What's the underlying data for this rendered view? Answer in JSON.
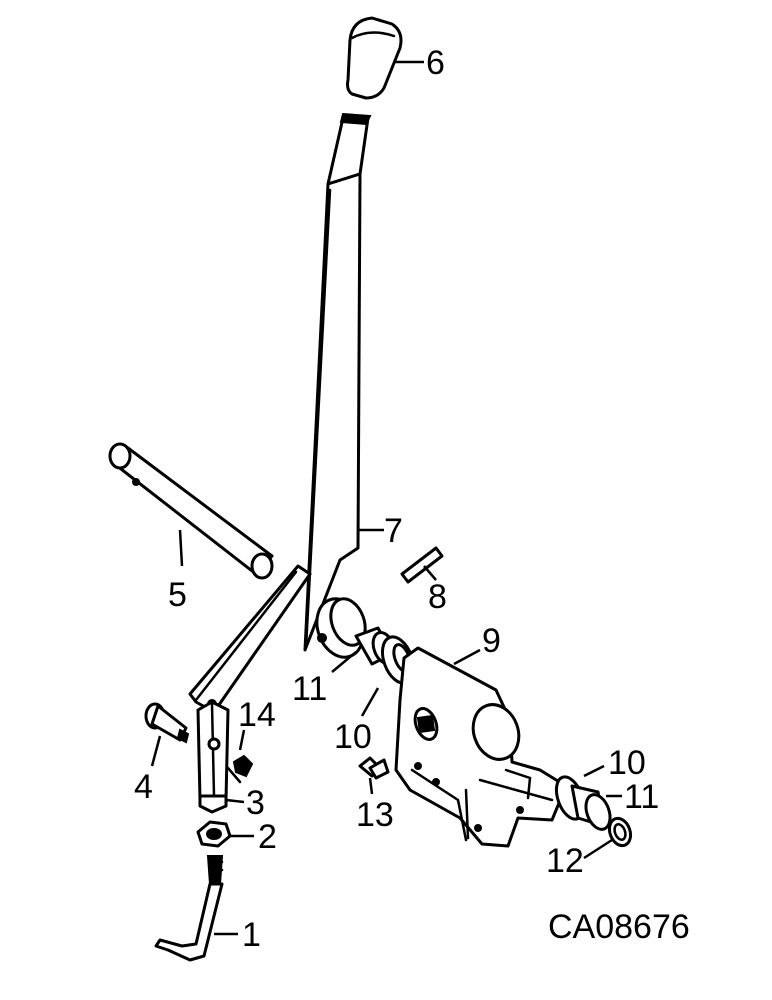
{
  "diagram": {
    "drawing_code": "CA08676",
    "callouts": [
      {
        "id": "c1",
        "label": "1"
      },
      {
        "id": "c2",
        "label": "2"
      },
      {
        "id": "c3",
        "label": "3"
      },
      {
        "id": "c4",
        "label": "4"
      },
      {
        "id": "c5",
        "label": "5"
      },
      {
        "id": "c6",
        "label": "6"
      },
      {
        "id": "c7",
        "label": "7"
      },
      {
        "id": "c8",
        "label": "8"
      },
      {
        "id": "c9",
        "label": "9"
      },
      {
        "id": "c10a",
        "label": "10"
      },
      {
        "id": "c10b",
        "label": "10"
      },
      {
        "id": "c11a",
        "label": "11"
      },
      {
        "id": "c11b",
        "label": "11"
      },
      {
        "id": "c12",
        "label": "12"
      },
      {
        "id": "c13",
        "label": "13"
      },
      {
        "id": "c14",
        "label": "14"
      }
    ]
  }
}
